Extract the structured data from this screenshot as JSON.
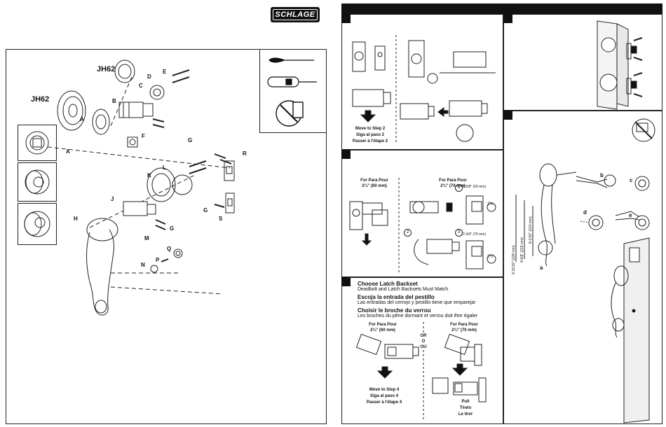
{
  "brand": {
    "logo_text": "SCHLAGE"
  },
  "parts_diagram": {
    "model_labels": [
      "JH62",
      "JH62"
    ],
    "part_letters": [
      "A",
      "A",
      "B",
      "C",
      "D",
      "E",
      "F",
      "G",
      "G",
      "G",
      "H",
      "J",
      "K",
      "L",
      "M",
      "N",
      "P",
      "Q",
      "R",
      "S"
    ]
  },
  "step1": {
    "move_lines": [
      "Move to Step 2",
      "Siga al paso 2",
      "Passer à l'étape 2"
    ]
  },
  "step2": {
    "left_for": "For  Para  Pour",
    "left_size": "2¼\" (60 mm)",
    "right_for": "For  Para  Pour",
    "right_size": "2¾\" (70 mm)",
    "circle_labels": [
      "1",
      "2",
      "3"
    ],
    "dim_labels": [
      "2-3/8\" (60 mm)",
      "2-3/4\" (70 mm)"
    ],
    "dim_markers": [
      "2⅜",
      "2¾"
    ]
  },
  "step3": {
    "title_en": "Choose Latch Backset",
    "sub_en": "Deadbolt and Latch Backsets Must Match",
    "title_es": "Escoja la entrada del pestillo",
    "sub_es": "Las entradas del cerrojo y pestillo tiene que emparejar",
    "title_fr": "Choisir le broche du verrou",
    "sub_fr": "Les broches du pêne dormant et verrou doit être égaler",
    "left_for": "For  Para  Pour",
    "left_size": "2¼\" (60 mm)",
    "or_lines": [
      "OR",
      "O",
      "OU"
    ],
    "right_for": "For  Para  Pour",
    "right_size": "2¾\" (70 mm)",
    "move_lines": [
      "Move to Step 4",
      "Siga al paso 4",
      "Passer à l'étape 4"
    ],
    "pull_lines": [
      "Pull",
      "Tirelo",
      "Le tirer"
    ]
  },
  "step5": {
    "part_letters": [
      "a",
      "b",
      "c",
      "d",
      "e"
    ],
    "dims": [
      "8-31/32\" (228 mm)",
      "8-5/8\" (219 mm)",
      "8-1/16\" (214 mm)"
    ]
  }
}
